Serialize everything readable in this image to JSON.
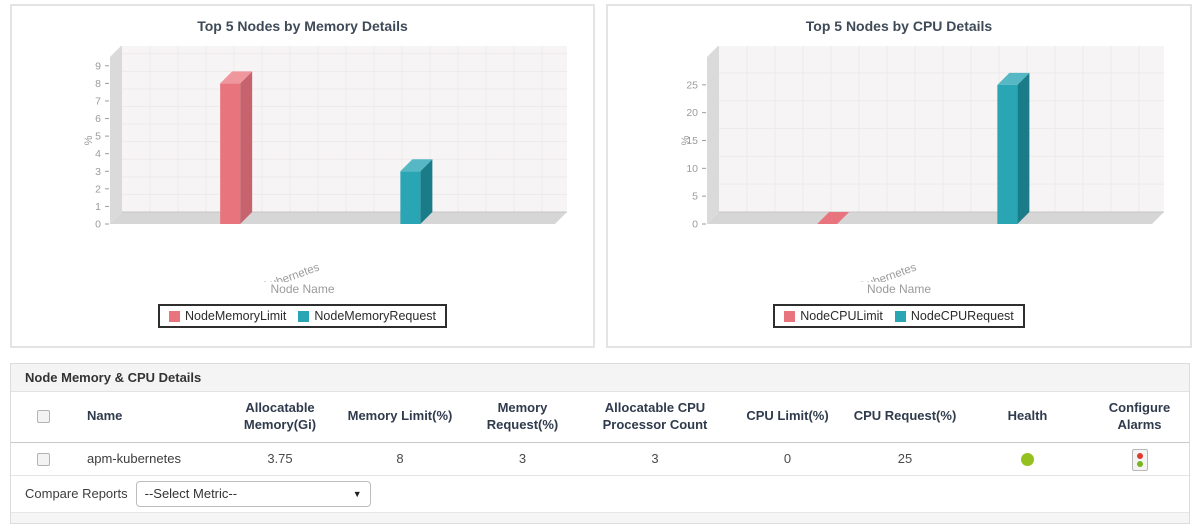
{
  "chart_data": [
    {
      "type": "bar",
      "title": "Top 5 Nodes by Memory Details",
      "xlabel": "Node Name",
      "ylabel": "%",
      "categories": [
        "apm-kubernetes"
      ],
      "series": [
        {
          "name": "NodeMemoryLimit",
          "values": [
            8
          ],
          "color": "#e8757e",
          "color_dark": "#c6636d",
          "color_light": "#f0979e"
        },
        {
          "name": "NodeMemoryRequest",
          "values": [
            3
          ],
          "color": "#29a5b3",
          "color_dark": "#1b7c89",
          "color_light": "#55b8c4"
        }
      ],
      "ylim": [
        0,
        9.5
      ],
      "yticks": [
        0,
        1,
        2,
        3,
        4,
        5,
        6,
        7,
        8,
        9
      ],
      "grid": true,
      "legend_position": "bottom"
    },
    {
      "type": "bar",
      "title": "Top 5 Nodes by CPU Details",
      "xlabel": "Node Name",
      "ylabel": "%",
      "categories": [
        "apm-kubernetes"
      ],
      "series": [
        {
          "name": "NodeCPULimit",
          "values": [
            0
          ],
          "color": "#e8757e",
          "color_dark": "#c6636d",
          "color_light": "#f0979e"
        },
        {
          "name": "NodeCPURequest",
          "values": [
            25
          ],
          "color": "#29a5b3",
          "color_dark": "#1b7c89",
          "color_light": "#55b8c4"
        }
      ],
      "ylim": [
        0,
        30
      ],
      "yticks": [
        0,
        5,
        10,
        15,
        20,
        25
      ],
      "grid": true,
      "legend_position": "bottom"
    }
  ],
  "table": {
    "title": "Node Memory & CPU Details",
    "columns": [
      {
        "label": ""
      },
      {
        "label": "Name"
      },
      {
        "label": "Allocatable Memory(Gi)"
      },
      {
        "label": "Memory Limit(%)"
      },
      {
        "label": "Memory Request(%)"
      },
      {
        "label": "Allocatable CPU Processor Count"
      },
      {
        "label": "CPU Limit(%)"
      },
      {
        "label": "CPU Request(%)"
      },
      {
        "label": "Health"
      },
      {
        "label": "Configure Alarms"
      }
    ],
    "rows": [
      {
        "name": "apm-kubernetes",
        "allocatable_memory_gi": "3.75",
        "memory_limit_pct": "8",
        "memory_request_pct": "3",
        "allocatable_cpu_count": "3",
        "cpu_limit_pct": "0",
        "cpu_request_pct": "25",
        "health_color": "#95c11f"
      }
    ],
    "footer": {
      "compare_label": "Compare Reports",
      "select_value": "--Select Metric--"
    }
  }
}
